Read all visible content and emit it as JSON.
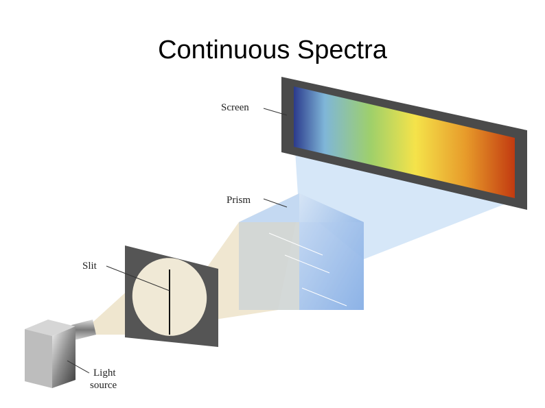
{
  "title": "Continuous Spectra",
  "labels": {
    "screen": "Screen",
    "prism": "Prism",
    "slit": "Slit",
    "light_source_line1": "Light",
    "light_source_line2": "source"
  },
  "colors": {
    "light_beam": "#efe6cf",
    "prism_front": "#8fb4e6",
    "screen_frame": "#4a4a4a",
    "spectrum": [
      "#2b3a8c",
      "#7fb6d8",
      "#9fd06a",
      "#f5e34a",
      "#e79a2a",
      "#c23a10"
    ]
  }
}
